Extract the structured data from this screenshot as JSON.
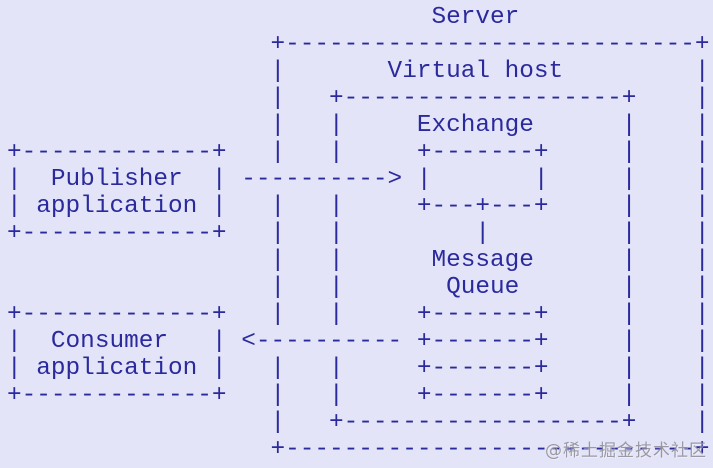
{
  "colors": {
    "background": "#e4e4f8",
    "ink": "#2b2a9d",
    "watermark": "#8d8d97"
  },
  "diagram": {
    "title": "Server",
    "lines": [
      "                             Server",
      "                  +----------------------------+",
      "                  |       Virtual host         |",
      "                  |   +-------------------+    |",
      "                  |   |     Exchange      |    |",
      "+-------------+   |   |     +-------+     |    |",
      "|  Publisher  | ----------> |       |     |    |",
      "| application |   |   |     +---+---+     |    |",
      "+-------------+   |   |         |         |    |",
      "                  |   |      Message      |    |",
      "                  |   |       Queue       |    |",
      "+-------------+   |   |     +-------+     |    |",
      "|  Consumer   | <---------- +-------+     |    |",
      "| application |   |   |     +-------+     |    |",
      "+-------------+   |   |     +-------+     |    |",
      "                  |   +-------------------+    |",
      "                  +----------------------------+"
    ],
    "labels": {
      "server": "Server",
      "virtual_host": "Virtual host",
      "exchange": "Exchange",
      "message_queue": "Message Queue",
      "publisher": "Publisher application",
      "consumer": "Consumer application"
    },
    "arrows": {
      "publisher_to_exchange": "---------->",
      "queue_to_consumer": "<----------"
    }
  },
  "watermark": {
    "text": "@稀土掘金技术社区"
  }
}
